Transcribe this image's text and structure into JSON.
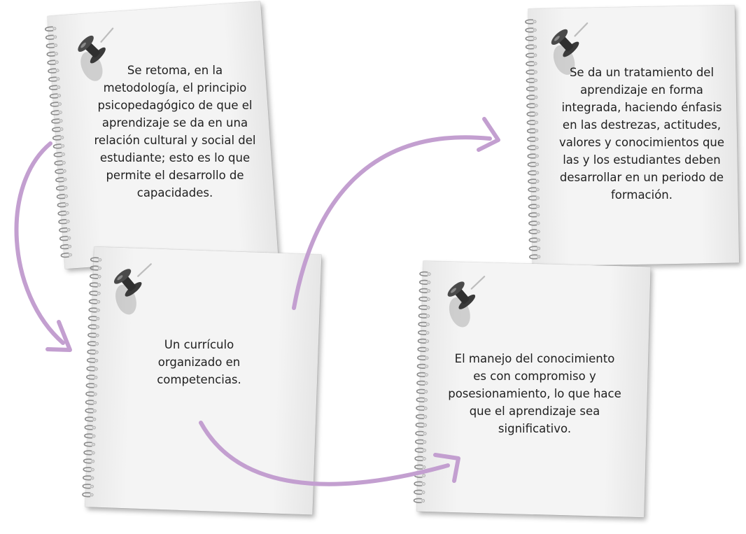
{
  "notes": [
    {
      "text": "Se retoma, en la metodología, el principio psicopedagógico de que el aprendizaje se da en una relación cultural y social del estudiante; esto es lo que permite el desarrollo de capacidades."
    },
    {
      "text": "Se da un tratamiento del aprendizaje en forma integrada, haciendo énfasis en las destrezas, actitudes, valores y conocimientos que las y los estudiantes deben desarrollar en un periodo de formación."
    },
    {
      "text": "Un currículo organizado en competencias."
    },
    {
      "text": "El manejo del conocimiento es con compromiso y posesionamiento, lo que hace que el aprendizaje sea significativo."
    }
  ],
  "colors": {
    "arrow": "#c39fd0",
    "paper": "#f4f4f4",
    "spiral": "#8a8a8a",
    "pin": "#3a3a3a"
  },
  "icons": {
    "pin": "push-pin-icon",
    "spiral": "spiral-binding-icon",
    "arrow": "curved-arrow-icon"
  }
}
